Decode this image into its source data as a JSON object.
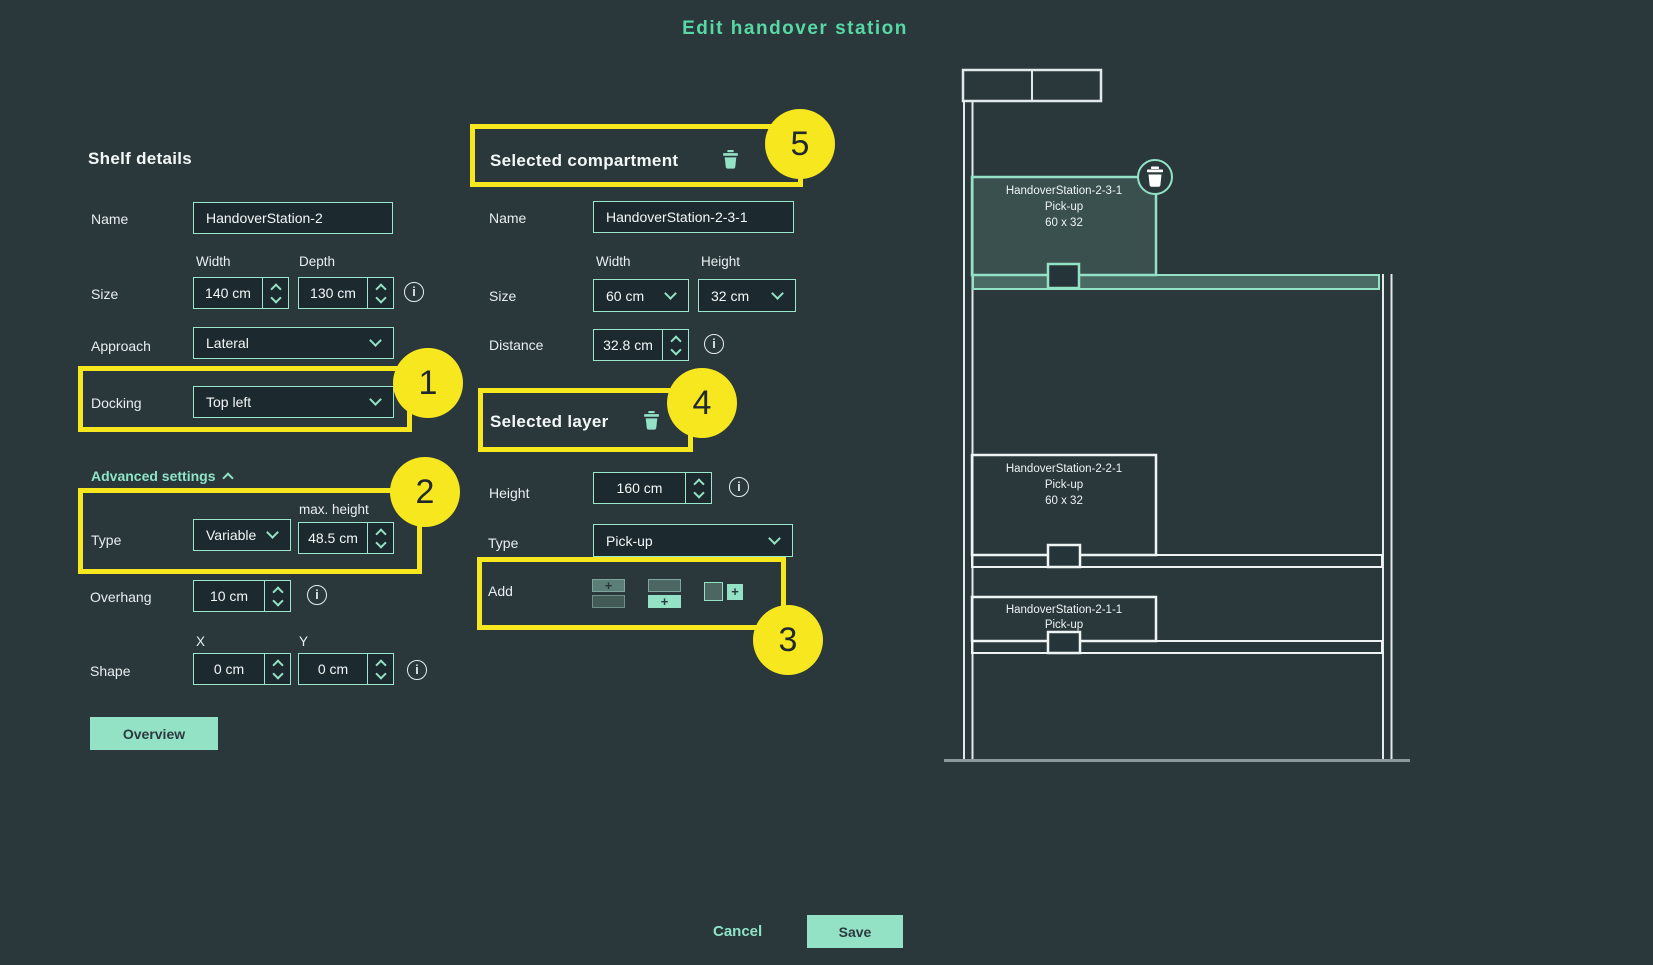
{
  "title": "Edit handover station",
  "icons": {
    "info": "i",
    "plus": "+"
  },
  "shelf": {
    "heading": "Shelf details",
    "name_label": "Name",
    "name_value": "HandoverStation-2",
    "width_label": "Width",
    "depth_label": "Depth",
    "size_label": "Size",
    "width_value": "140 cm",
    "depth_value": "130 cm",
    "approach_label": "Approach",
    "approach_value": "Lateral",
    "docking_label": "Docking",
    "docking_value": "Top left",
    "advanced_label": "Advanced settings",
    "type_label": "Type",
    "type_value": "Variable",
    "max_height_label": "max. height",
    "max_height_value": "48.5 cm",
    "overhang_label": "Overhang",
    "overhang_value": "10 cm",
    "x_label": "X",
    "y_label": "Y",
    "shape_label": "Shape",
    "shape_x_value": "0 cm",
    "shape_y_value": "0 cm",
    "overview_button": "Overview"
  },
  "compartment": {
    "heading": "Selected compartment",
    "name_label": "Name",
    "name_value": "HandoverStation-2-3-1",
    "width_label": "Width",
    "height_label": "Height",
    "size_label": "Size",
    "width_value": "60 cm",
    "height_value": "32 cm",
    "distance_label": "Distance",
    "distance_value": "32.8 cm"
  },
  "layer": {
    "heading": "Selected layer",
    "height_label": "Height",
    "height_value": "160 cm",
    "type_label": "Type",
    "type_value": "Pick-up",
    "add_label": "Add"
  },
  "diagram": {
    "compartments": [
      {
        "name": "HandoverStation-2-3-1",
        "type": "Pick-up",
        "size": "60 x 32"
      },
      {
        "name": "HandoverStation-2-2-1",
        "type": "Pick-up",
        "size": "60 x 32"
      },
      {
        "name": "HandoverStation-2-1-1",
        "type": "Pick-up",
        "size": ""
      }
    ]
  },
  "annotations": [
    {
      "label": "1"
    },
    {
      "label": "2"
    },
    {
      "label": "3"
    },
    {
      "label": "4"
    },
    {
      "label": "5"
    }
  ],
  "footer": {
    "cancel_label": "Cancel",
    "save_label": "Save"
  },
  "colors": {
    "background": "#2a383c",
    "accent_mint": "#94e2c5",
    "title_green": "#58d8a5",
    "highlight_yellow": "#f7e71f",
    "input_bg": "#1c292e",
    "input_border": "#9be7cd"
  }
}
